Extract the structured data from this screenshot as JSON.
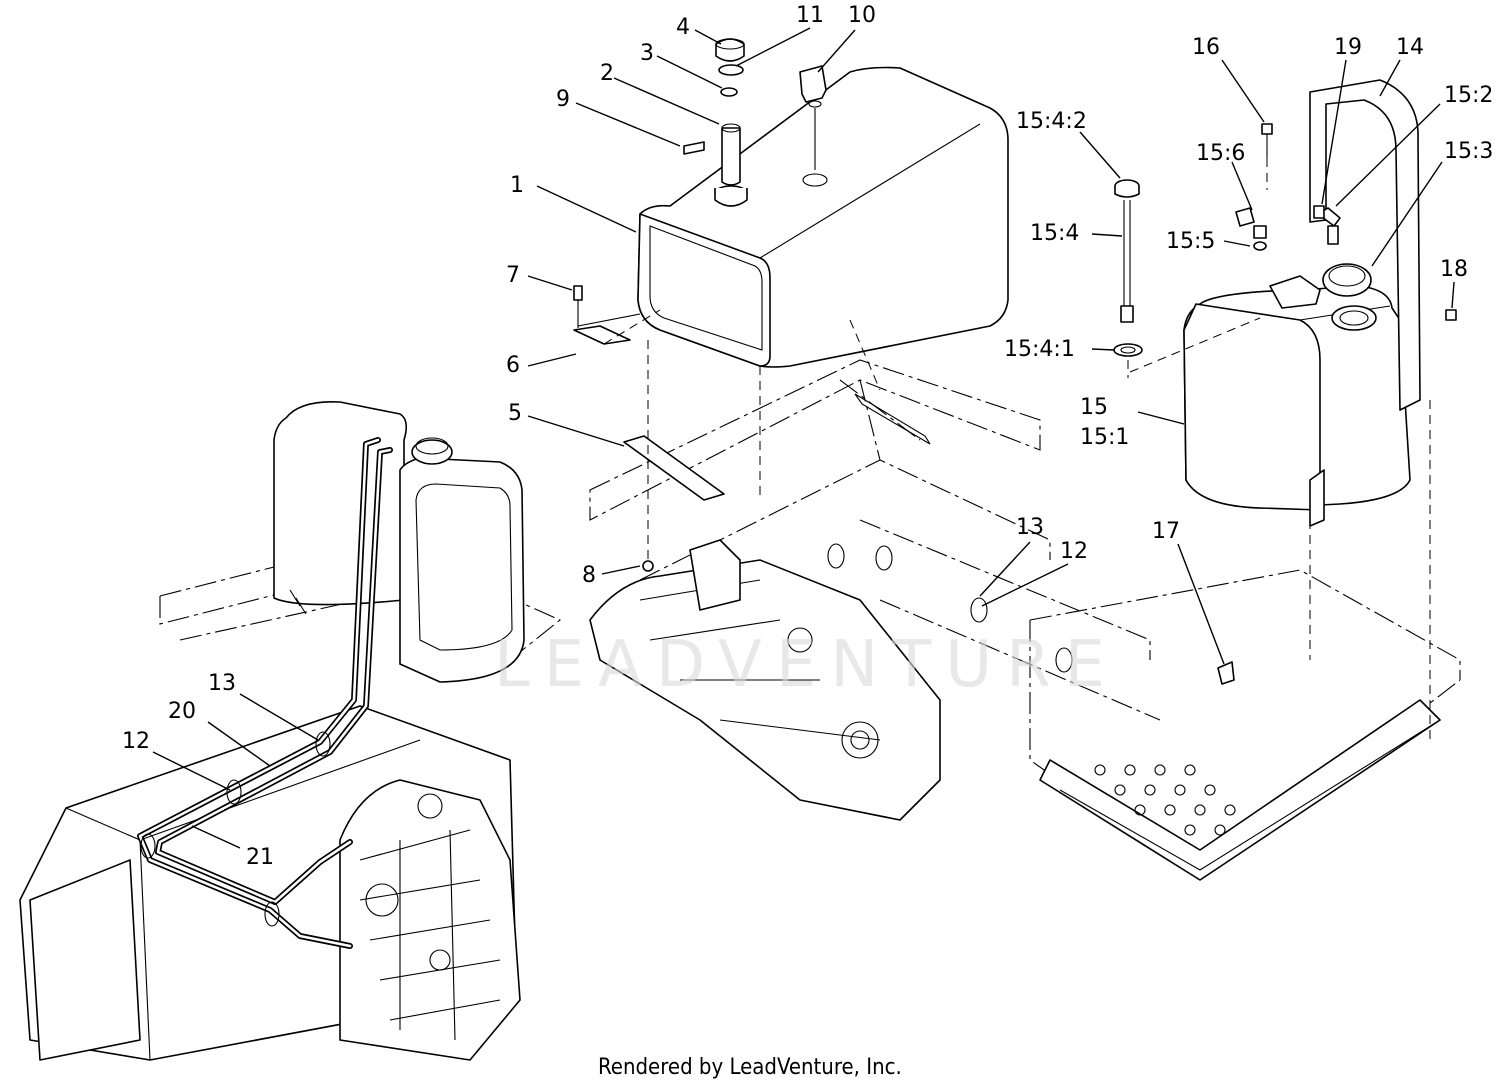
{
  "diagram": {
    "callouts": [
      {
        "id": "1",
        "text": "1"
      },
      {
        "id": "2",
        "text": "2"
      },
      {
        "id": "3",
        "text": "3"
      },
      {
        "id": "4",
        "text": "4"
      },
      {
        "id": "5",
        "text": "5"
      },
      {
        "id": "6",
        "text": "6"
      },
      {
        "id": "7",
        "text": "7"
      },
      {
        "id": "8",
        "text": "8"
      },
      {
        "id": "9",
        "text": "9"
      },
      {
        "id": "10",
        "text": "10"
      },
      {
        "id": "11",
        "text": "11"
      },
      {
        "id": "12a",
        "text": "12"
      },
      {
        "id": "12b",
        "text": "12"
      },
      {
        "id": "13a",
        "text": "13"
      },
      {
        "id": "13b",
        "text": "13"
      },
      {
        "id": "14",
        "text": "14"
      },
      {
        "id": "15",
        "text": "15"
      },
      {
        "id": "15_1",
        "text": "15:1"
      },
      {
        "id": "15_2",
        "text": "15:2"
      },
      {
        "id": "15_3",
        "text": "15:3"
      },
      {
        "id": "15_4",
        "text": "15:4"
      },
      {
        "id": "15_4_1",
        "text": "15:4:1"
      },
      {
        "id": "15_4_2",
        "text": "15:4:2"
      },
      {
        "id": "15_5",
        "text": "15:5"
      },
      {
        "id": "15_6",
        "text": "15:6"
      },
      {
        "id": "16",
        "text": "16"
      },
      {
        "id": "17",
        "text": "17"
      },
      {
        "id": "18",
        "text": "18"
      },
      {
        "id": "19",
        "text": "19"
      },
      {
        "id": "20",
        "text": "20"
      },
      {
        "id": "21",
        "text": "21"
      }
    ],
    "watermark": "LEADVENTURE",
    "footer": "Rendered by LeadVenture, Inc."
  }
}
